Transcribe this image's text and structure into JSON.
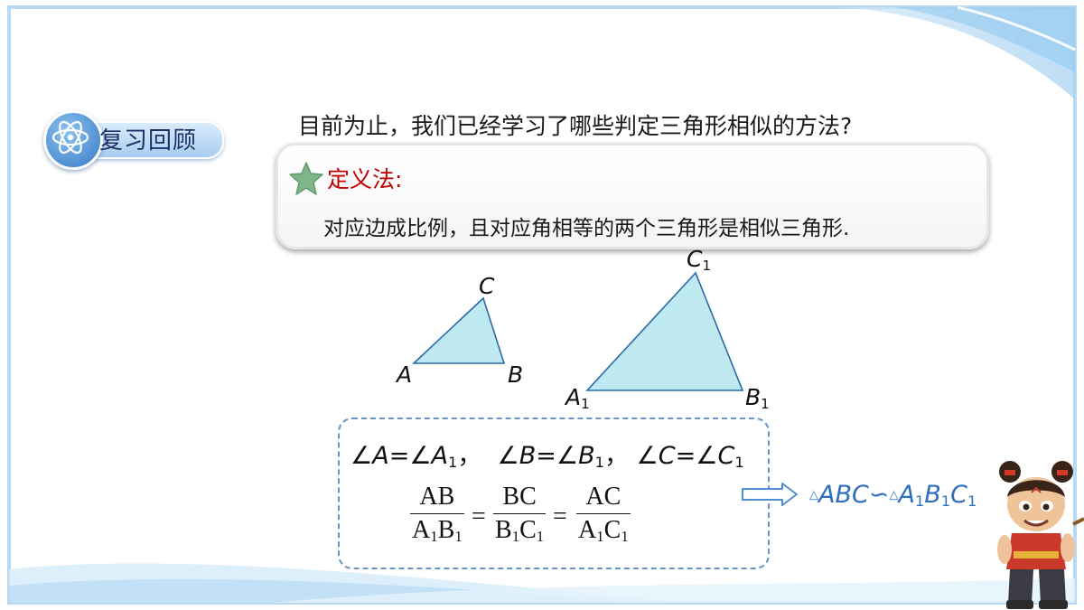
{
  "badge": {
    "label": "复习回顾",
    "icon": "atom-icon"
  },
  "question": "目前为止，我们已经学习了哪些判定三角形相似的方法?",
  "definition": {
    "title": "定义法:",
    "text": "对应边成比例，且对应角相等的两个三角形是相似三角形.",
    "icon": "star-icon"
  },
  "triangle_small": {
    "a": "A",
    "b": "B",
    "c": "C"
  },
  "triangle_large": {
    "a": "A",
    "b": "B",
    "c": "C",
    "sub": "1"
  },
  "conditions": {
    "angle_sign": "∠",
    "equals": "=",
    "sep": "，",
    "A": "A",
    "B": "B",
    "C": "C",
    "sub": "1",
    "ratios": [
      {
        "num": "AB",
        "den_1": "A",
        "den_2": "B"
      },
      {
        "num": "BC",
        "den_1": "B",
        "den_2": "C"
      },
      {
        "num": "AC",
        "den_1": "A",
        "den_2": "C"
      }
    ]
  },
  "result": {
    "tri": "△",
    "left": "ABC",
    "similar": "∽",
    "r1": "A",
    "r2": "B",
    "r3": "C",
    "sub": "1"
  },
  "colors": {
    "accent_blue": "#4f8fd2",
    "triangle_fill": "#bfe9f0",
    "definition_title": "#c00000",
    "result_text": "#2f6fbf"
  }
}
